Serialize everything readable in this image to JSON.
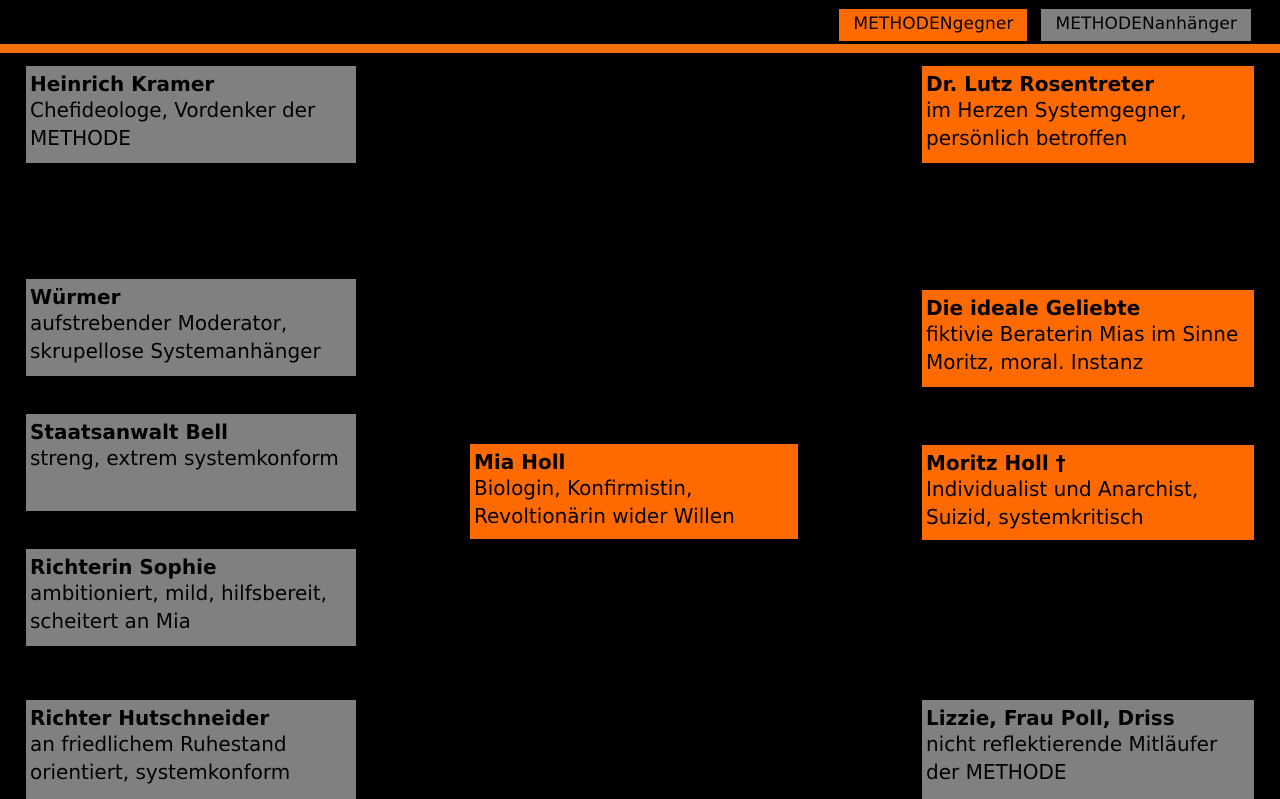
{
  "legend": {
    "items": [
      {
        "label": "METHODENgegner",
        "role": "opponent",
        "color": "#FF6A00"
      },
      {
        "label": "METHODENanhänger",
        "role": "supporter",
        "color": "#808080"
      }
    ]
  },
  "divider": {
    "color": "#F4700A"
  },
  "background_color": "#000000",
  "cards": [
    {
      "id": "heinrich-kramer",
      "title": "Heinrich Kramer",
      "description": "Chefideologe, Vordenker der METHODE",
      "role": "supporter",
      "column": "left"
    },
    {
      "id": "dr-lutz-rosentreter",
      "title": "Dr. Lutz Rosentreter",
      "description": "im Herzen Systemgegner, persönlich betroffen",
      "role": "opponent",
      "column": "right"
    },
    {
      "id": "wuermer",
      "title": "Würmer",
      "description": "aufstrebender Moderator, skrupellose Systemanhänger",
      "role": "supporter",
      "column": "left"
    },
    {
      "id": "die-ideale-geliebte",
      "title": "Die ideale Geliebte",
      "description": "fiktivie Beraterin Mias im Sinne Moritz, moral. Instanz",
      "role": "opponent",
      "column": "right"
    },
    {
      "id": "staatsanwalt-bell",
      "title": "Staatsanwalt Bell",
      "description": "streng, extrem systemkonform",
      "role": "supporter",
      "column": "left"
    },
    {
      "id": "mia-holl",
      "title": "Mia Holl",
      "description": "Biologin, Konfirmistin, Revoltionärin wider Willen",
      "role": "opponent",
      "column": "center"
    },
    {
      "id": "moritz-holl",
      "title": "Moritz Holl †",
      "description": "Individualist und Anarchist, Suizid, systemkritisch",
      "role": "opponent",
      "column": "right"
    },
    {
      "id": "richterin-sophie",
      "title": "Richterin Sophie",
      "description": "ambitioniert, mild, hilfsbereit, scheitert an Mia",
      "role": "supporter",
      "column": "left"
    },
    {
      "id": "richter-hutschneider",
      "title": "Richter Hutschneider",
      "description": "an friedlichem Ruhestand orientiert, systemkonform",
      "role": "supporter",
      "column": "left"
    },
    {
      "id": "lizzie-frau-poll-driss",
      "title": "Lizzie, Frau Poll, Driss",
      "description": "nicht reflektierende Mitläufer der METHODE",
      "role": "supporter",
      "column": "left-right"
    }
  ]
}
